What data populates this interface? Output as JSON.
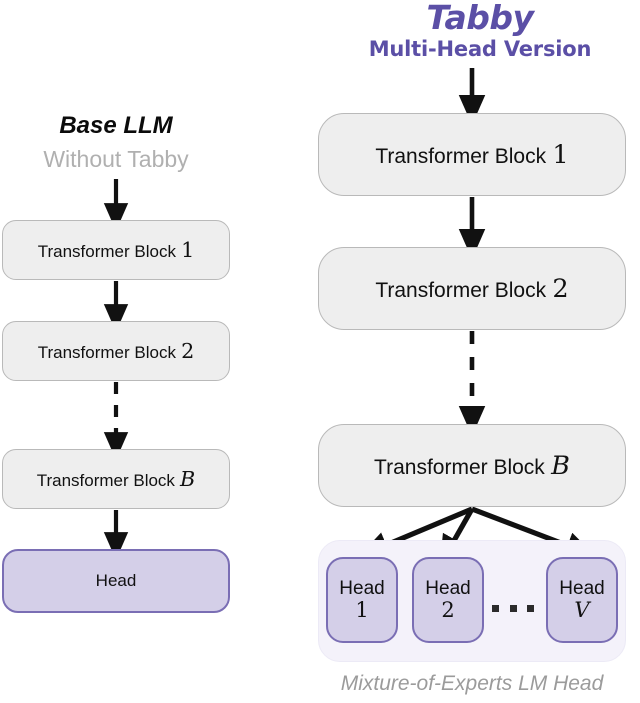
{
  "figure": {
    "left_panel": {
      "title": "Base LLM",
      "subtitle": "Without Tabby",
      "blocks": [
        {
          "name": "Transformer Block",
          "index": "1",
          "index_style": "number"
        },
        {
          "name": "Transformer Block",
          "index": "2",
          "index_style": "number"
        },
        {
          "name": "Transformer Block",
          "index": "B",
          "index_style": "variable"
        }
      ],
      "head": {
        "label": "Head"
      }
    },
    "right_panel": {
      "title": "Tabby",
      "subtitle": "Multi-Head Version",
      "blocks": [
        {
          "name": "Transformer Block",
          "index": "1",
          "index_style": "number"
        },
        {
          "name": "Transformer Block",
          "index": "2",
          "index_style": "number"
        },
        {
          "name": "Transformer Block",
          "index": "B",
          "index_style": "variable"
        }
      ],
      "heads": [
        {
          "label": "Head",
          "index": "1",
          "index_style": "number"
        },
        {
          "label": "Head",
          "index": "2",
          "index_style": "number"
        },
        {
          "label": "Head",
          "index": "V",
          "index_style": "variable"
        }
      ],
      "ellipsis": "...",
      "caption": "Mixture-of-Experts LM Head"
    }
  },
  "colors": {
    "brand_purple": "#5b4fa6",
    "box_gray_fill": "#eeeeee",
    "box_gray_border": "#b9b9b9",
    "head_purple_fill": "#d4cfe8",
    "head_purple_border": "#7a6eb4",
    "moe_container_fill": "#f4f2fa",
    "muted_gray_text": "#9b9b9b",
    "subtitle_gray": "#b0b0b0",
    "arrow_black": "#111111"
  }
}
